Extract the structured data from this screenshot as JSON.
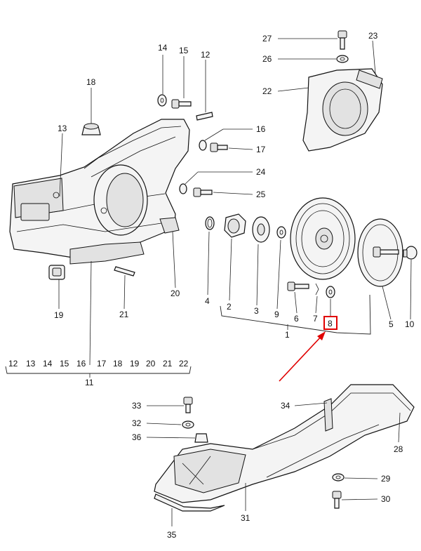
{
  "callouts": [
    {
      "id": "c27",
      "text": "27"
    },
    {
      "id": "c23",
      "text": "23"
    },
    {
      "id": "c26",
      "text": "26"
    },
    {
      "id": "c22",
      "text": "22"
    },
    {
      "id": "c14",
      "text": "14"
    },
    {
      "id": "c15",
      "text": "15"
    },
    {
      "id": "c12",
      "text": "12"
    },
    {
      "id": "c18",
      "text": "18"
    },
    {
      "id": "c13",
      "text": "13"
    },
    {
      "id": "c16",
      "text": "16"
    },
    {
      "id": "c17",
      "text": "17"
    },
    {
      "id": "c24",
      "text": "24"
    },
    {
      "id": "c25",
      "text": "25"
    },
    {
      "id": "c4",
      "text": "4"
    },
    {
      "id": "c2",
      "text": "2"
    },
    {
      "id": "c3",
      "text": "3"
    },
    {
      "id": "c9",
      "text": "9"
    },
    {
      "id": "c6",
      "text": "6"
    },
    {
      "id": "c7",
      "text": "7"
    },
    {
      "id": "c8",
      "text": "8"
    },
    {
      "id": "c5",
      "text": "5"
    },
    {
      "id": "c10",
      "text": "10"
    },
    {
      "id": "c1",
      "text": "1"
    },
    {
      "id": "c19",
      "text": "19"
    },
    {
      "id": "c21",
      "text": "21"
    },
    {
      "id": "c20",
      "text": "20"
    },
    {
      "id": "c11",
      "text": "11"
    },
    {
      "id": "c33",
      "text": "33"
    },
    {
      "id": "c32",
      "text": "32"
    },
    {
      "id": "c36",
      "text": "36"
    },
    {
      "id": "c34",
      "text": "34"
    },
    {
      "id": "c28",
      "text": "28"
    },
    {
      "id": "c29",
      "text": "29"
    },
    {
      "id": "c30",
      "text": "30"
    },
    {
      "id": "c31",
      "text": "31"
    },
    {
      "id": "c35",
      "text": "35"
    }
  ],
  "group_11_members": [
    "12",
    "13",
    "14",
    "15",
    "16",
    "17",
    "18",
    "19",
    "20",
    "21",
    "22"
  ],
  "highlight": {
    "part": "8",
    "color": "#e00000"
  }
}
